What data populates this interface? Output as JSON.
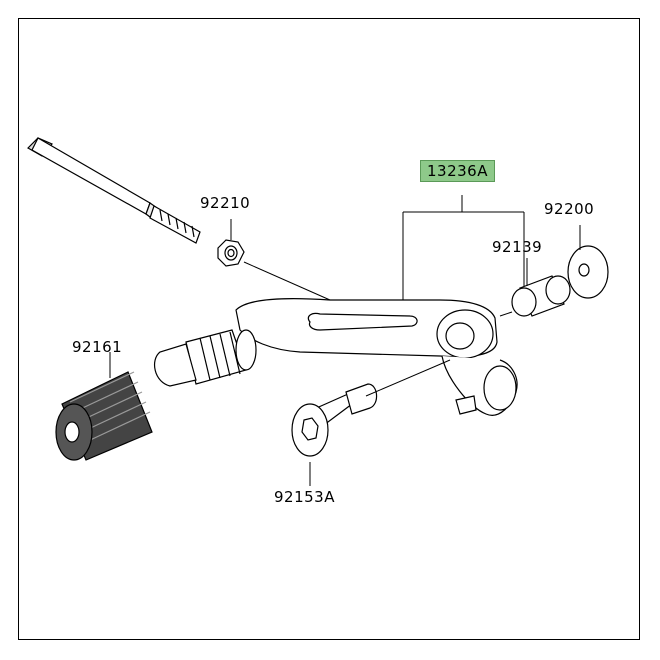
{
  "diagram": {
    "highlight_color": "#8ec98a",
    "labels": {
      "assembly": "13236A",
      "nut": "92210",
      "washer": "92200",
      "bushing": "92139",
      "rubber": "92161",
      "bolt": "92153A"
    }
  }
}
